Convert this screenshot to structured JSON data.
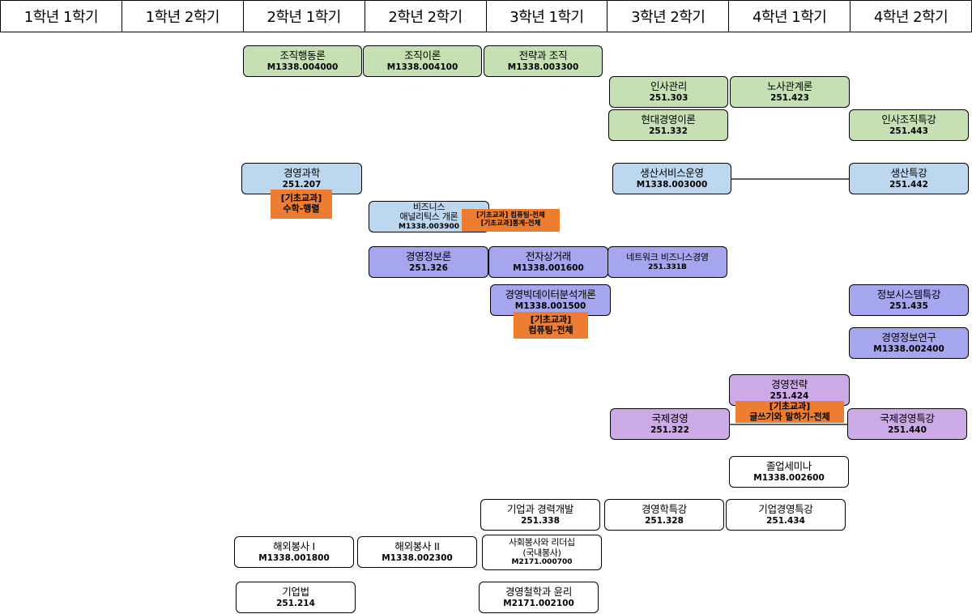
{
  "semesters": [
    "1학년 1학기",
    "1학년 2학기",
    "2학년 1학기",
    "2학년 2학기",
    "3학년 1학기",
    "3학년 2학기",
    "4학년 1학기",
    "4학년 2학기"
  ],
  "courses": {
    "org_behavior": {
      "name": "조직행동론",
      "code": "M1338.004000"
    },
    "org_theory": {
      "name": "조직이론",
      "code": "M1338.004100"
    },
    "strategy_org": {
      "name": "전략과 조직",
      "code": "M1338.003300"
    },
    "hr_mgmt": {
      "name": "인사관리",
      "code": "251.303"
    },
    "labor_rel": {
      "name": "노사관계론",
      "code": "251.423"
    },
    "modern_mgmt": {
      "name": "현대경영이론",
      "code": "251.332"
    },
    "hr_org_topics": {
      "name": "인사조직특강",
      "code": "251.443"
    },
    "mgmt_science": {
      "name": "경영과학",
      "code": "251.207"
    },
    "prod_service_ops": {
      "name": "생산서비스운영",
      "code": "M1338.003000"
    },
    "prod_topics": {
      "name": "생산특강",
      "code": "251.442"
    },
    "biz_analytics": {
      "name_line1": "비즈니스",
      "name_line2": "애널리틱스 개론",
      "code": "M1338.003900"
    },
    "mis": {
      "name": "경영정보론",
      "code": "251.326"
    },
    "ecommerce": {
      "name": "전자상거래",
      "code": "M1338.001600"
    },
    "network_biz": {
      "name": "네트워크 비즈니스경영",
      "code": "251.331B"
    },
    "bigdata_intro": {
      "name": "경영빅데이터분석개론",
      "code": "M1338.001500"
    },
    "is_topics": {
      "name": "정보시스템특강",
      "code": "251.435"
    },
    "mis_research": {
      "name": "경영정보연구",
      "code": "M1338.002400"
    },
    "strategic_mgmt": {
      "name": "경영전략",
      "code": "251.424"
    },
    "intl_mgmt": {
      "name": "국제경영",
      "code": "251.322"
    },
    "intl_mgmt_topics": {
      "name": "국제경영특강",
      "code": "251.440"
    },
    "seminar": {
      "name": "졸업세미나",
      "code": "M1338.002600"
    },
    "career_dev": {
      "name": "기업과 경력개발",
      "code": "251.338"
    },
    "mgmt_topics": {
      "name": "경영학특강",
      "code": "251.328"
    },
    "corp_mgmt_topics": {
      "name": "기업경영특강",
      "code": "251.434"
    },
    "overseas_vol1": {
      "name": "해외봉사 I",
      "code": "M1338.001800"
    },
    "overseas_vol2": {
      "name": "해외봉사 II",
      "code": "M1338.002300"
    },
    "social_vol": {
      "name_line1": "사회봉사와 리더십",
      "name_line2": "(국내봉사)",
      "code": "M2171.000700"
    },
    "corp_law": {
      "name": "기업법",
      "code": "251.214"
    },
    "philosophy_ethics": {
      "name": "경영철학과 윤리",
      "code": "M2171.002100"
    }
  },
  "tags": {
    "math": {
      "line1": "[기초교과]",
      "line2": "수학-행렬"
    },
    "analytics": {
      "line1": "[기초교과] 컴퓨팅-전체",
      "line2": "[기초교과]통계-전체"
    },
    "computing": {
      "line1": "[기초교과]",
      "line2": "컴퓨팅-전체"
    },
    "writing": {
      "line1": "[기초교과]",
      "line2": "글쓰기와 말하기-전체"
    }
  },
  "colors": {
    "green": "#c6e0b4",
    "blue": "#bdd7ee",
    "indigo": "#a6a6ee",
    "violet": "#cbaae6",
    "orange": "#ed7d31"
  }
}
